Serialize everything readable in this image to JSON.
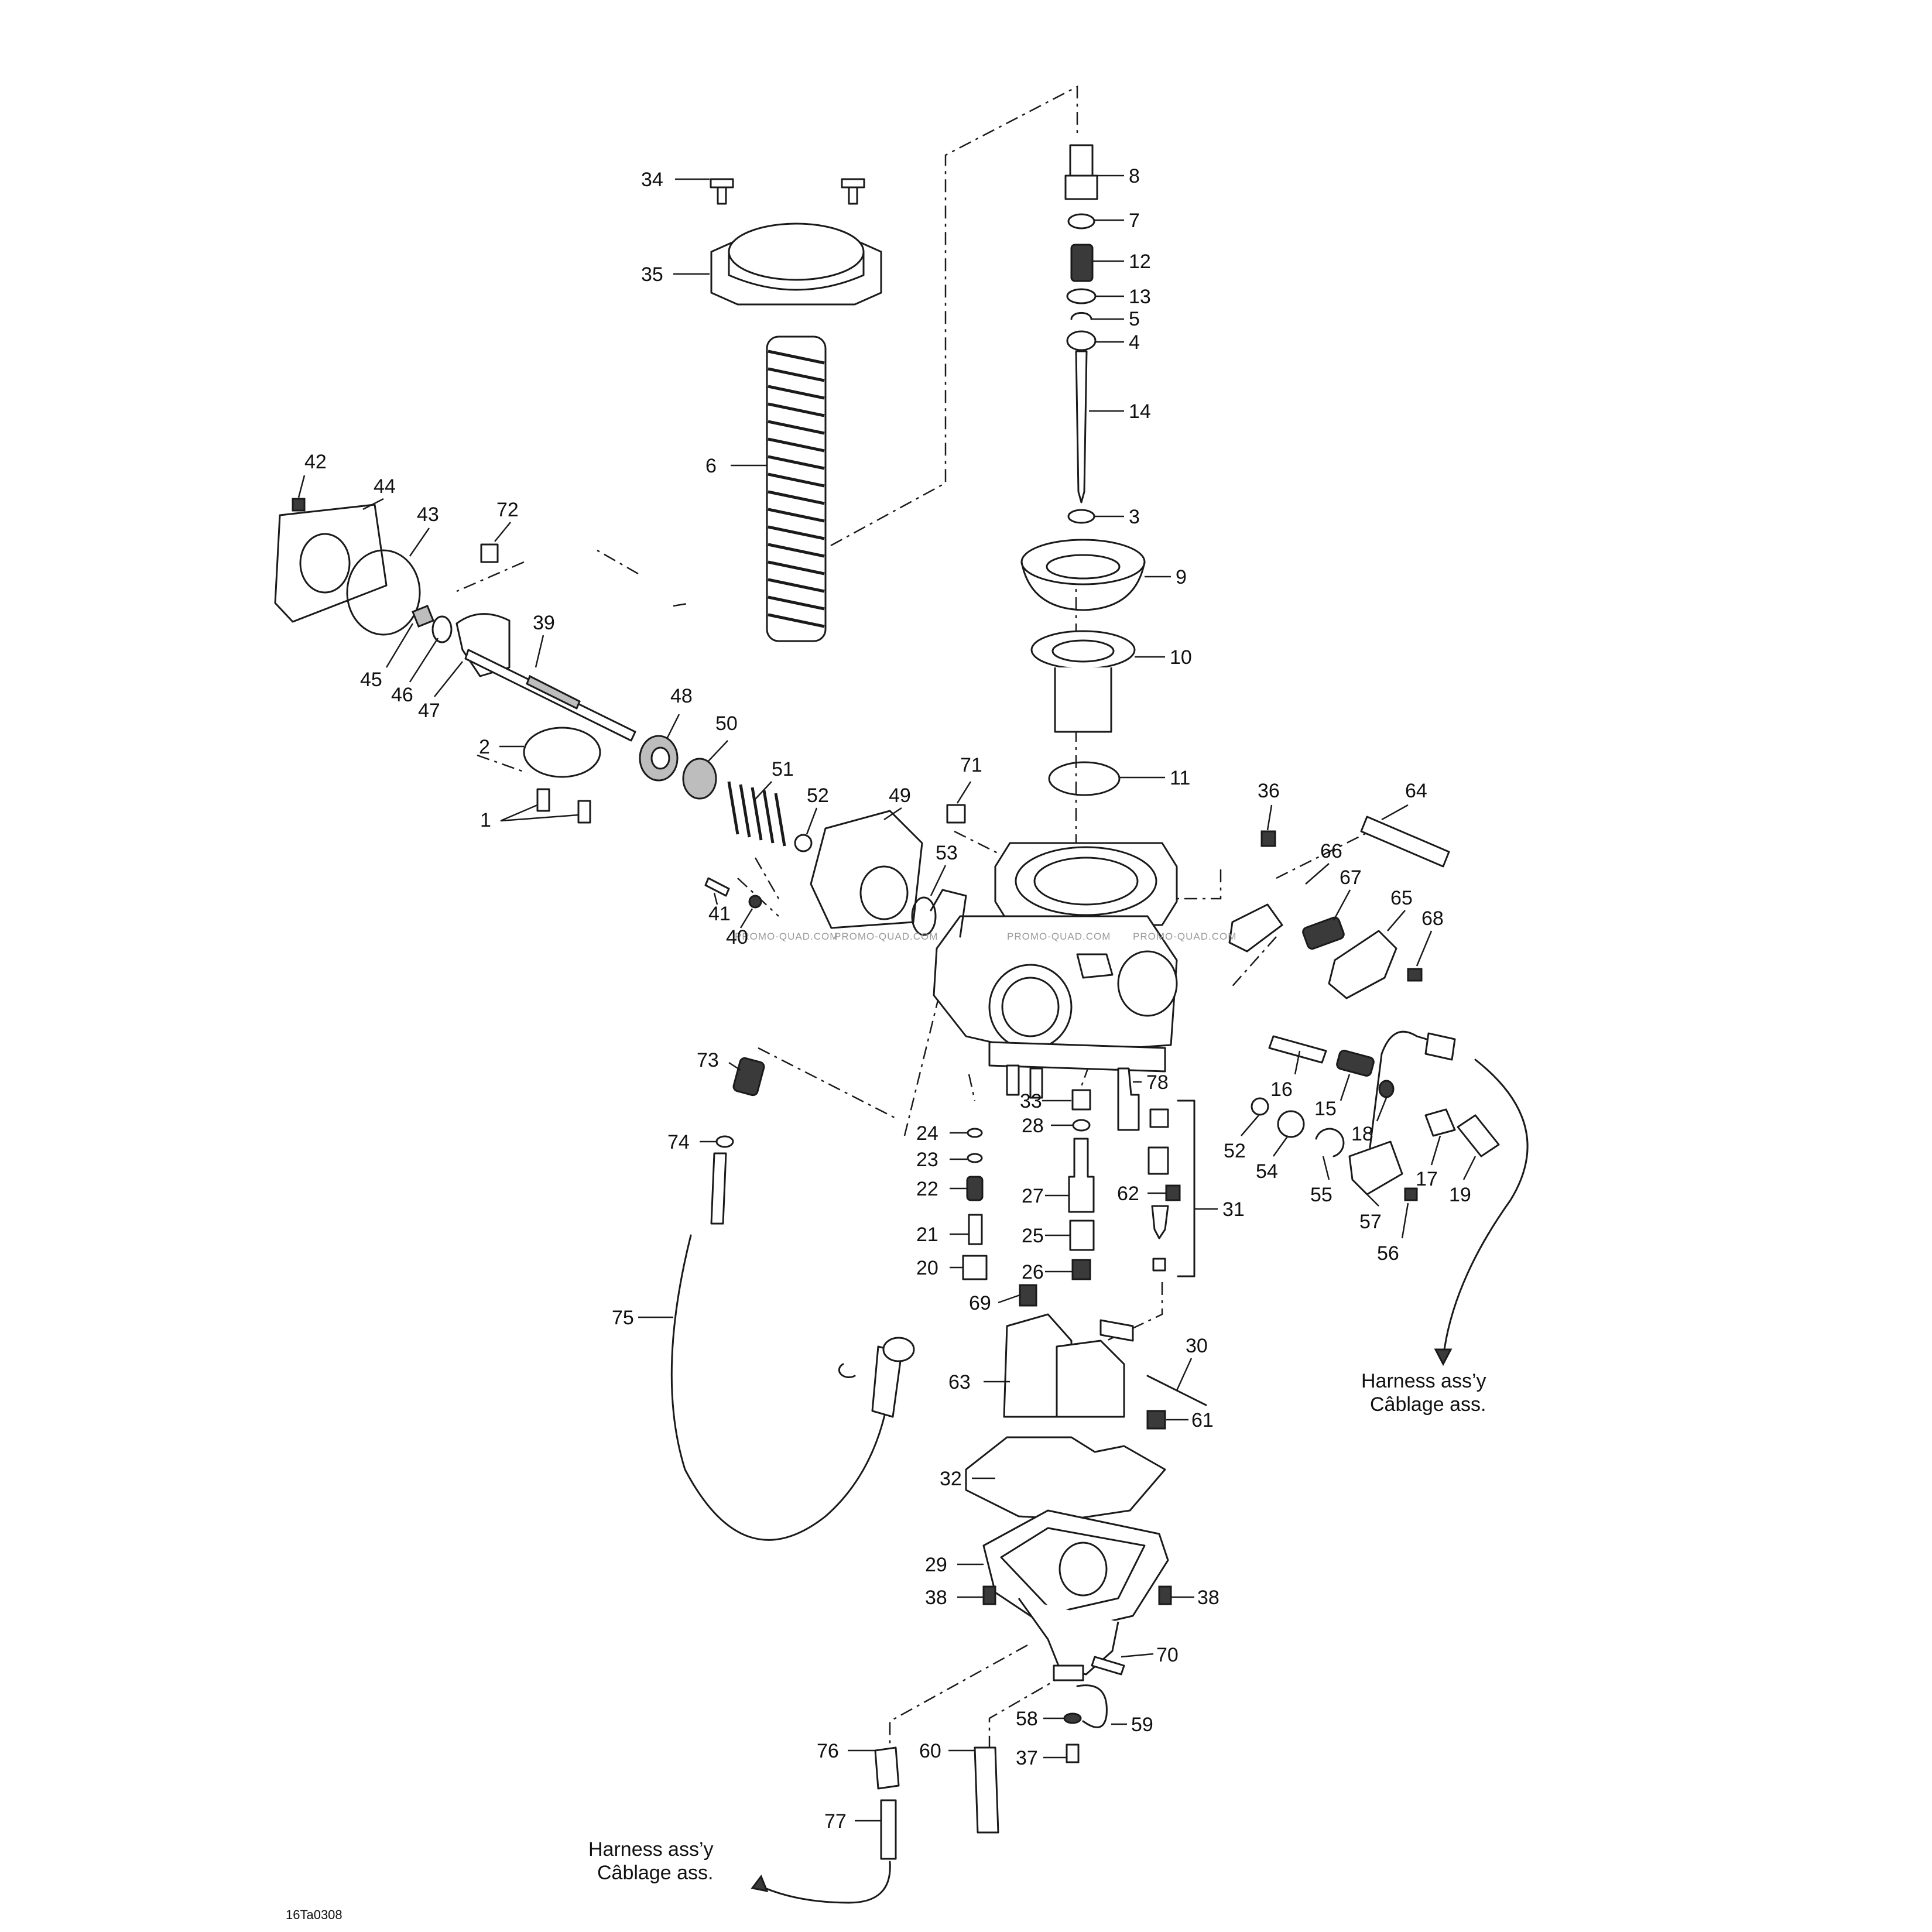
{
  "figure_code": "16Ta0308",
  "watermarks": [
    "PROMO-QUAD.COM",
    "PROMO-QUAD.COM",
    "PROMO-QUAD.COM",
    "PROMO-QUAD.COM"
  ],
  "harness_label": {
    "line1": "Harness ass’y",
    "line2": "Câblage ass."
  },
  "callouts": [
    "34",
    "8",
    "7",
    "12",
    "35",
    "13",
    "5",
    "4",
    "14",
    "6",
    "3",
    "9",
    "42",
    "44",
    "43",
    "72",
    "39",
    "10",
    "45",
    "46",
    "47",
    "48",
    "50",
    "2",
    "51",
    "71",
    "11",
    "36",
    "64",
    "52",
    "49",
    "1",
    "53",
    "66",
    "67",
    "65",
    "68",
    "41",
    "40",
    "73",
    "78",
    "33",
    "24",
    "28",
    "16",
    "15",
    "18",
    "74",
    "23",
    "52",
    "54",
    "31",
    "17",
    "19",
    "22",
    "27",
    "62",
    "55",
    "57",
    "21",
    "25",
    "56",
    "20",
    "26",
    "69",
    "75",
    "30",
    "63",
    "61",
    "32",
    "29",
    "38",
    "38",
    "70",
    "58",
    "59",
    "76",
    "60",
    "37",
    "77"
  ]
}
